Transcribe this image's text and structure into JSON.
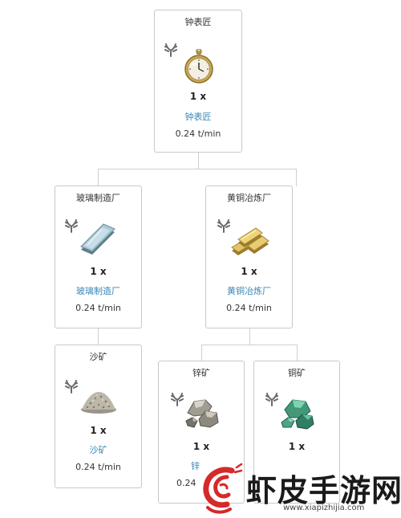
{
  "nodes": {
    "clockmaker": {
      "title": "钟表匠",
      "qty": "1 x",
      "link": "钟表匠",
      "rate": "0.24 t/min",
      "icon": "pocket-watch-icon"
    },
    "glass": {
      "title": "玻璃制造厂",
      "qty": "1 x",
      "link": "玻璃制造厂",
      "rate": "0.24 t/min",
      "icon": "glass-pane-icon"
    },
    "brass": {
      "title": "黄铜冶炼厂",
      "qty": "1 x",
      "link": "黄铜冶炼厂",
      "rate": "0.24 t/min",
      "icon": "brass-ingot-icon"
    },
    "sand": {
      "title": "沙矿",
      "qty": "1 x",
      "link": "沙矿",
      "rate": "0.24 t/min",
      "icon": "sand-pile-icon"
    },
    "zinc": {
      "title": "锌矿",
      "qty": "1 x",
      "link": "锌",
      "rate": "0.24",
      "icon": "zinc-ore-icon"
    },
    "copper": {
      "title": "铜矿",
      "qty": "1 x",
      "icon": "copper-ore-icon"
    }
  },
  "watermark": {
    "text": "虾皮手游网",
    "url": "www.xiapizhijia.com"
  },
  "colors": {
    "link": "#3a86b5",
    "border": "#c9c9c9",
    "connector": "#cfcfcf",
    "logo_red": "#d42a2a"
  }
}
